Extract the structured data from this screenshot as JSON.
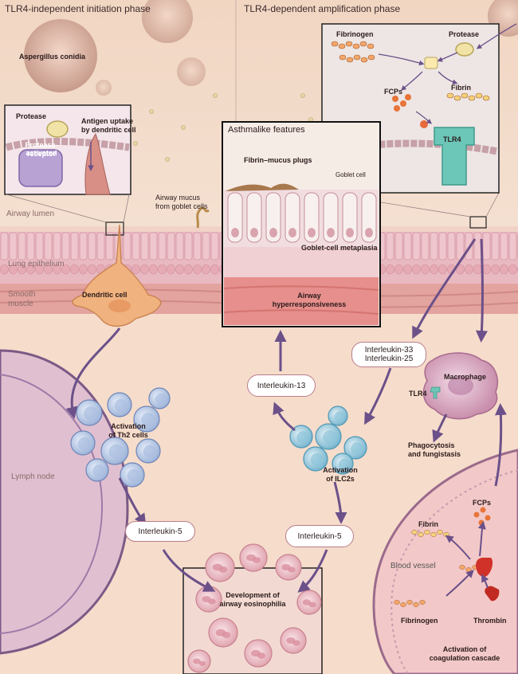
{
  "phases": {
    "left": "TLR4-independent initiation phase",
    "right": "TLR4-dependent amplification phase"
  },
  "regions": {
    "airway_lumen": "Airway lumen",
    "lung_epithelium": "Lung epithelium",
    "smooth_muscle_line1": "Smooth",
    "smooth_muscle_line2": "muscle",
    "lymph_node": "Lymph node",
    "blood_vessel": "Blood vessel"
  },
  "left_panel": {
    "aspergillus": "Aspergillus conidia",
    "protease": "Protease",
    "receptor_line1": "Protease-activated",
    "receptor_line2": "receptor",
    "antigen_line1": "Antigen uptake",
    "antigen_line2": "by dendritic cell",
    "mucus_line1": "Airway mucus",
    "mucus_line2": "from goblet cells",
    "dendritic": "Dendritic cell",
    "th2_line1": "Activation",
    "th2_line2": "of Th2 cells",
    "il5": "Interleukin-5"
  },
  "right_inset": {
    "fibrinogen": "Fibrinogen",
    "protease": "Protease",
    "fcps": "FCPs",
    "fibrin": "Fibrin",
    "tlr4": "TLR4"
  },
  "center_panel": {
    "title": "Asthmalike features",
    "plugs": "Fibrin–mucus plugs",
    "goblet": "Goblet cell",
    "metaplasia": "Goblet-cell metaplasia",
    "ahr_line1": "Airway",
    "ahr_line2": "hyperresponsiveness"
  },
  "right_panel": {
    "il33": "Interleukin-33",
    "il25": "Interleukin-25",
    "il13": "Interleukin-13",
    "macrophage": "Macrophage",
    "tlr4": "TLR4",
    "phago_line1": "Phagocytosis",
    "phago_line2": "and fungistasis",
    "ilc2_line1": "Activation",
    "ilc2_line2": "of ILC2s",
    "il5": "Interleukin-5",
    "fibrin": "Fibrin",
    "fcps": "FCPs",
    "fibrinogen": "Fibrinogen",
    "thrombin": "Thrombin",
    "coag_line1": "Activation of",
    "coag_line2": "coagulation cascade"
  },
  "bottom": {
    "eos_line1": "Development of",
    "eos_line2": "airway eosinophilia"
  }
}
